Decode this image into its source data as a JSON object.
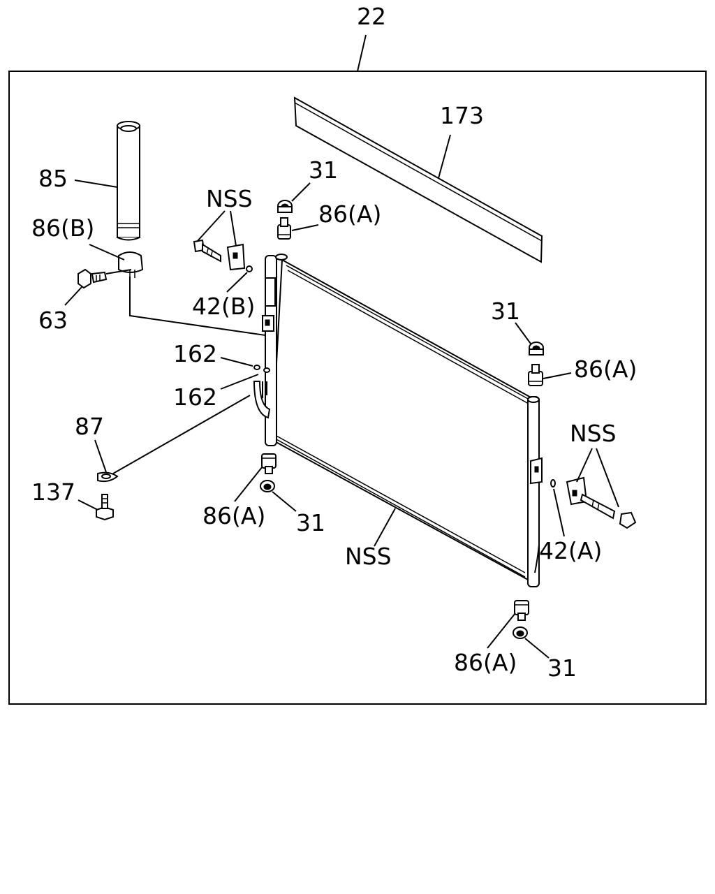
{
  "diagram": {
    "assembly_callout": "22",
    "callouts": {
      "strip": "173",
      "drier": "85",
      "drier_bracket": "86(B)",
      "drier_bolt": "63",
      "top_cushion_left": "31",
      "top_mount_left": "86(A)",
      "bracket_left": "NSS",
      "clip_left": "42(B)",
      "top_cushion_right": "31",
      "top_mount_right": "86(A)",
      "oring_upper": "162",
      "oring_lower": "162",
      "pipe_clip": "87",
      "clip_bolt": "137",
      "bottom_mount_left": "86(A)",
      "bottom_cushion_left": "31",
      "bracket_right": "NSS",
      "clip_right": "42(A)",
      "condenser": "NSS",
      "bottom_mount_right": "86(A)",
      "bottom_cushion_right": "31"
    }
  }
}
